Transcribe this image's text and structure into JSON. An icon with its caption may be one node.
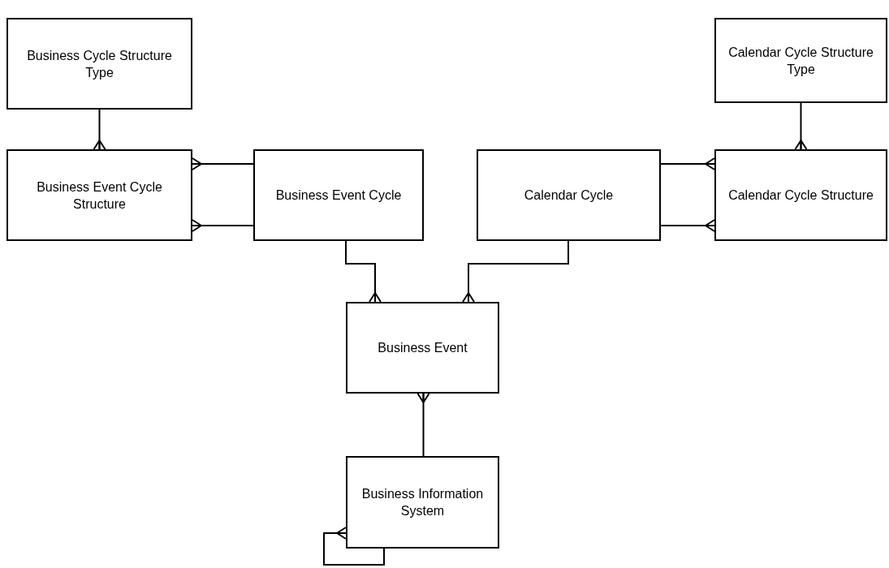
{
  "diagram": {
    "nodes": [
      {
        "text": [
          "Business Cycle Structure Type"
        ]
      },
      {
        "text": [
          "Calendar Cycle Structure Type"
        ]
      },
      {
        "text": [
          "Business Event Cycle Structure"
        ]
      },
      {
        "text": [
          "Business Event Cycle"
        ]
      },
      {
        "text": [
          "Calendar Cycle"
        ]
      },
      {
        "text": [
          "Calendar Cycle Structure"
        ]
      },
      {
        "text": [
          "Business Event"
        ]
      },
      {
        "text": [
          "Business Information System"
        ]
      }
    ],
    "edges": [
      {
        "from": 0,
        "to": 2,
        "arrow": "other"
      },
      {
        "from": 3,
        "to": 2,
        "arrow": "other"
      },
      {
        "from": 3,
        "to": 2,
        "arrow": "other"
      },
      {
        "from": 1,
        "to": 5,
        "arrow": "other"
      },
      {
        "from": 4,
        "to": 5,
        "arrow": "other"
      },
      {
        "from": 4,
        "to": 5,
        "arrow": "other"
      },
      {
        "from": 3,
        "to": 6,
        "arrow": "other"
      },
      {
        "from": 4,
        "to": 6,
        "arrow": "other"
      },
      {
        "from": 7,
        "to": 6,
        "arrow": "other"
      },
      {
        "from": 7,
        "to": 7,
        "arrow": "other"
      }
    ]
  }
}
